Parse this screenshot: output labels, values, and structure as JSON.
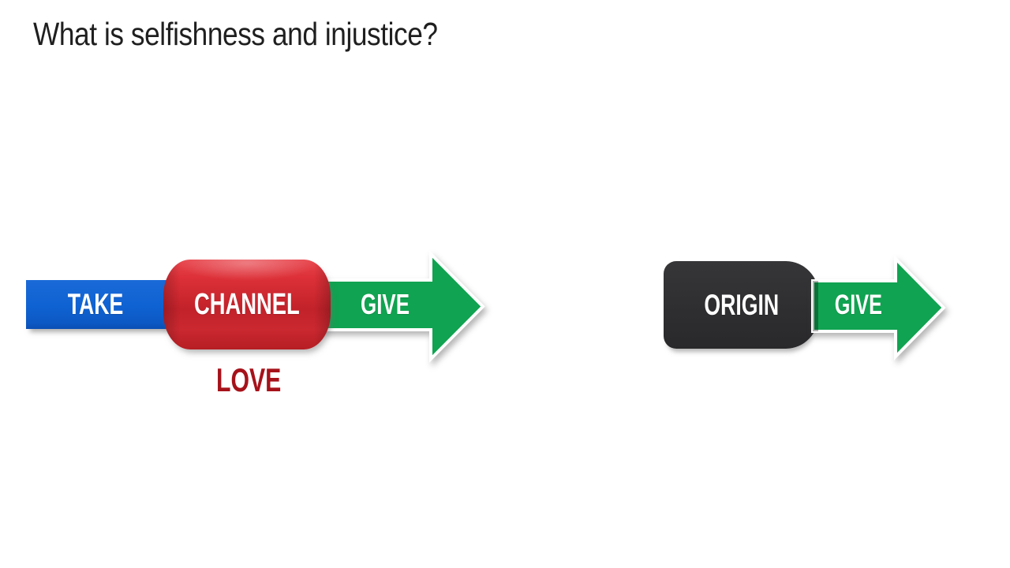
{
  "slide": {
    "title": "What is selfishness and injustice?"
  },
  "colors": {
    "blue": "#0F63D2",
    "green": "#10A351",
    "red": "#C8262C",
    "red_light": "#E8474E",
    "dark": "#2E2E2E",
    "love_red": "#A6121A",
    "white": "#FFFFFF"
  },
  "left_diagram": {
    "take_label": "TAKE",
    "channel_label": "CHANNEL",
    "give_label": "GIVE",
    "caption": "LOVE"
  },
  "right_diagram": {
    "origin_label": "ORIGIN",
    "give_label": "GIVE"
  }
}
